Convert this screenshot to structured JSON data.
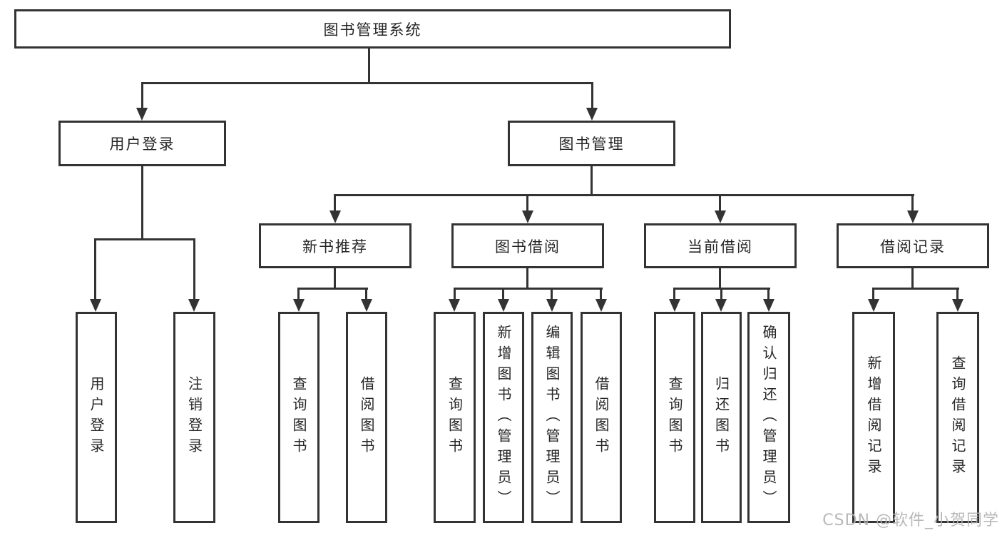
{
  "tree": {
    "label": "图书管理系统",
    "children": [
      {
        "label": "用户登录",
        "children": [
          {
            "label": "用户登录"
          },
          {
            "label": "注销登录"
          }
        ]
      },
      {
        "label": "图书管理",
        "children": [
          {
            "label": "新书推荐",
            "children": [
              {
                "label": "查询图书"
              },
              {
                "label": "借阅图书"
              }
            ]
          },
          {
            "label": "图书借阅",
            "children": [
              {
                "label": "查询图书"
              },
              {
                "label": "新增图书（管理员）"
              },
              {
                "label": "编辑图书（管理员）"
              },
              {
                "label": "借阅图书"
              }
            ]
          },
          {
            "label": "当前借阅",
            "children": [
              {
                "label": "查询图书"
              },
              {
                "label": "归还图书"
              },
              {
                "label": "确认归还（管理员）"
              }
            ]
          },
          {
            "label": "借阅记录",
            "children": [
              {
                "label": "新增借阅记录"
              },
              {
                "label": "查询借阅记录"
              }
            ]
          }
        ]
      }
    ]
  },
  "watermark": "CSDN @软件_小贺同学",
  "colors": {
    "line": "#333333",
    "text": "#262626",
    "background": "#ffffff",
    "watermark": "#b2b2b2"
  }
}
